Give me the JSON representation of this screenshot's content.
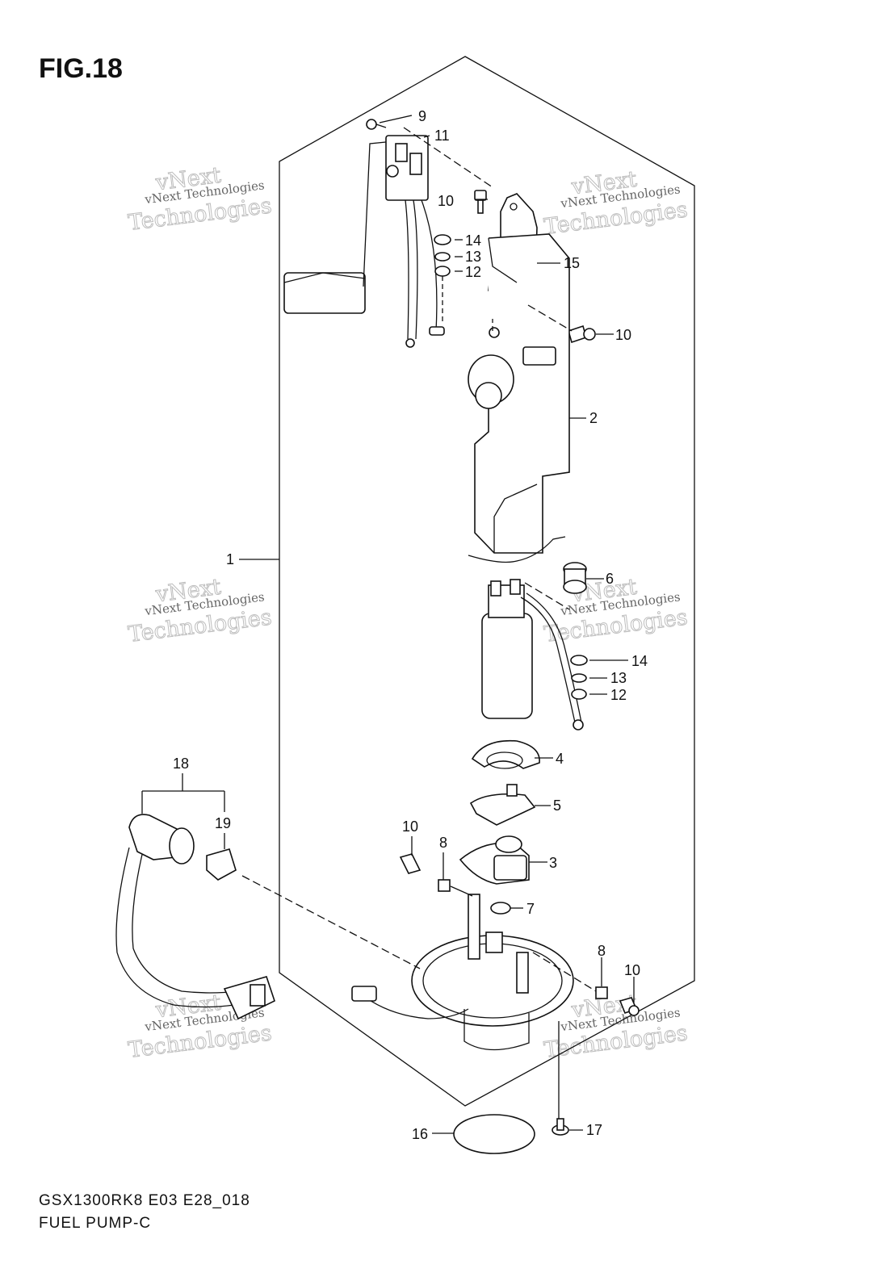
{
  "figure": {
    "title": "FIG.18",
    "model_code": "GSX1300RK8 E03 E28_018",
    "diagram_name": "FUEL PUMP-C"
  },
  "callouts": [
    {
      "id": "c1",
      "label": "1"
    },
    {
      "id": "c2",
      "label": "2"
    },
    {
      "id": "c3",
      "label": "3"
    },
    {
      "id": "c4",
      "label": "4"
    },
    {
      "id": "c5",
      "label": "5"
    },
    {
      "id": "c6",
      "label": "6"
    },
    {
      "id": "c7",
      "label": "7"
    },
    {
      "id": "c8a",
      "label": "8"
    },
    {
      "id": "c8b",
      "label": "8"
    },
    {
      "id": "c9",
      "label": "9"
    },
    {
      "id": "c10a",
      "label": "10"
    },
    {
      "id": "c10b",
      "label": "10"
    },
    {
      "id": "c10c",
      "label": "10"
    },
    {
      "id": "c10d",
      "label": "10"
    },
    {
      "id": "c11",
      "label": "11"
    },
    {
      "id": "c12a",
      "label": "12"
    },
    {
      "id": "c12b",
      "label": "12"
    },
    {
      "id": "c13a",
      "label": "13"
    },
    {
      "id": "c13b",
      "label": "13"
    },
    {
      "id": "c14a",
      "label": "14"
    },
    {
      "id": "c14b",
      "label": "14"
    },
    {
      "id": "c15",
      "label": "15"
    },
    {
      "id": "c16",
      "label": "16"
    },
    {
      "id": "c17",
      "label": "17"
    },
    {
      "id": "c18",
      "label": "18"
    },
    {
      "id": "c19",
      "label": "19"
    }
  ],
  "watermark": {
    "small_text": "vNext Technologies",
    "brand_text": "vNext",
    "large_text": "Technologies"
  }
}
